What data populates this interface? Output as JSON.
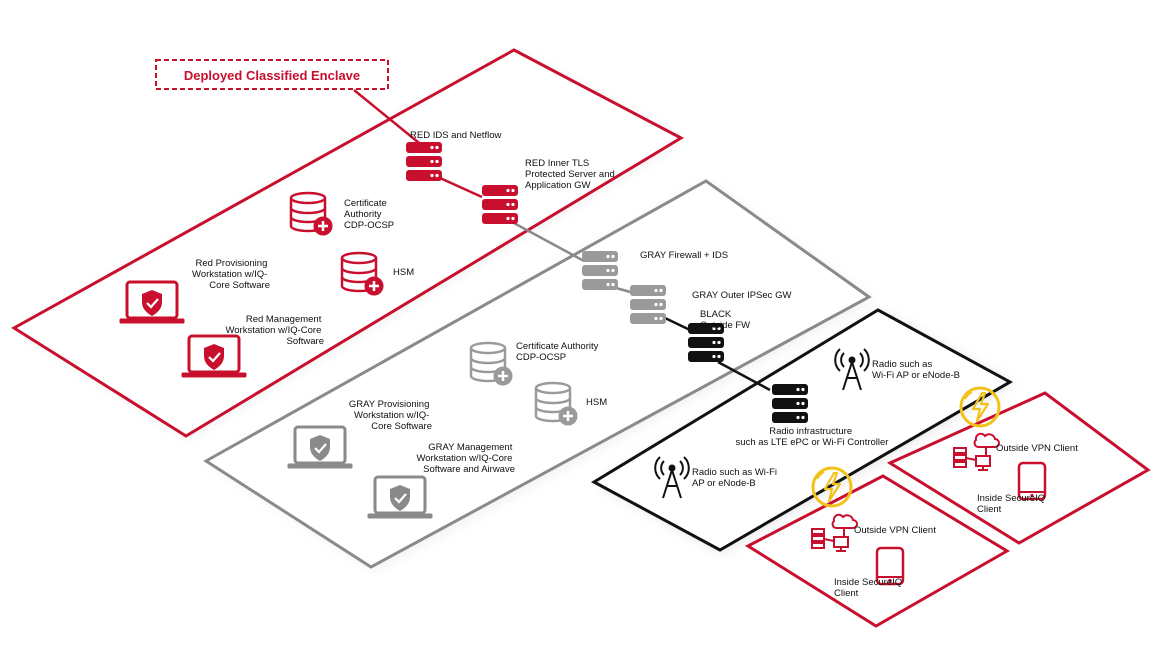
{
  "colors": {
    "red": "#c8102e",
    "gray": "#8a8a8a",
    "black": "#111111",
    "yellow": "#f2c21b",
    "shadow": "#dcdcdc"
  },
  "zones": {
    "red": {
      "title": "Deployed Classified Enclave"
    },
    "gray": {},
    "black": {},
    "client_1": {},
    "client_2": {}
  },
  "labels": {
    "red_ids": "RED IDS and Netflow",
    "red_tls": [
      "RED Inner TLS",
      "Protected Server and",
      "Application GW"
    ],
    "red_ca": [
      "Certificate",
      "Authority",
      "CDP-OCSP"
    ],
    "red_hsm": "HSM",
    "red_prov": [
      "Red Provisioning",
      "Workstation w/IQ-",
      "Core Software"
    ],
    "red_mgmt": [
      "Red Management",
      "Workstation w/IQ-Core",
      "Software"
    ],
    "gray_fw": "GRAY Firewall + IDS",
    "gray_ipsec": "GRAY Outer IPSec GW",
    "gray_ca": [
      "Certificate Authority",
      "CDP-OCSP"
    ],
    "gray_hsm": "HSM",
    "gray_prov": [
      "GRAY Provisioning",
      "Workstation w/IQ-",
      "Core Software"
    ],
    "gray_mgmt": [
      "GRAY Management",
      "Workstation w/IQ-Core",
      "Software and Airwave"
    ],
    "black_fw": [
      "BLACK",
      "Outside FW"
    ],
    "radio_infra": [
      "Radio infrastructure",
      "such as LTE ePC or Wi-Fi Controller"
    ],
    "radio_top": [
      "Radio such as",
      "Wi-Fi AP or eNode-B"
    ],
    "radio_left": [
      "Radio such as Wi-Fi",
      "AP or eNode-B"
    ],
    "vpn_client_1": "Outside VPN Client",
    "secure_client_1": [
      "Inside SecureIQ",
      "Client"
    ],
    "vpn_client_2": "Outside VPN Client",
    "secure_client_2": [
      "Inside SecureIQ",
      "Client"
    ]
  },
  "icons": {
    "server": "server-stack-icon",
    "database": "database-plus-icon",
    "laptop": "laptop-shield-icon",
    "radio": "radio-tower-icon",
    "lightning": "lightning-icon",
    "network": "network-cloud-icon",
    "tablet": "tablet-icon"
  }
}
